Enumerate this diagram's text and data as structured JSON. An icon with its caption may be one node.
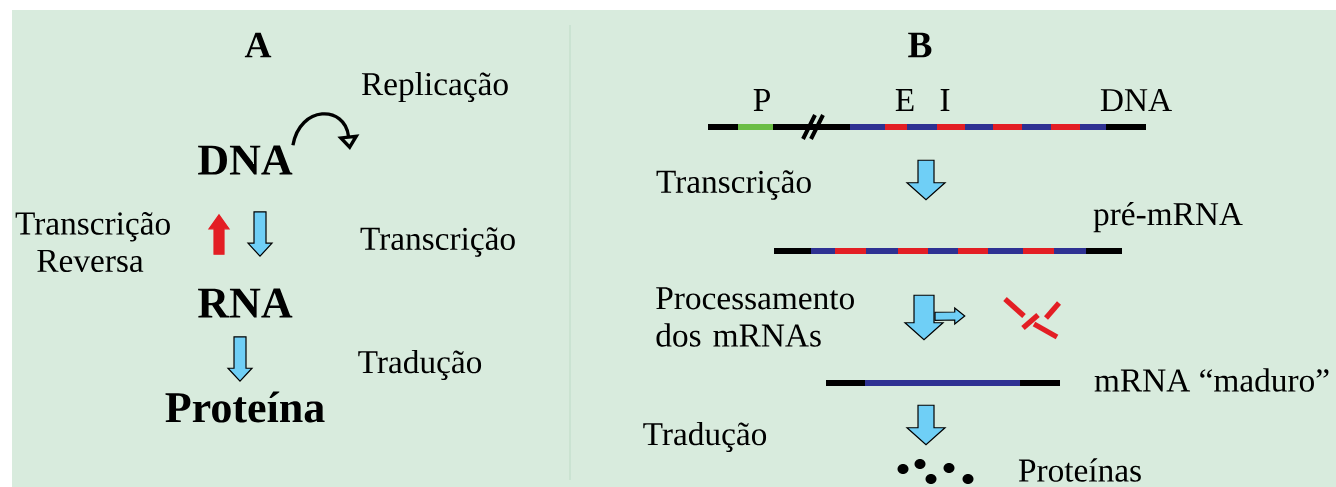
{
  "diagram": {
    "nodes": [
      {
        "text": [
          "DNA"
        ]
      },
      {
        "text": [
          "RNA"
        ]
      },
      {
        "text": [
          "Proteína"
        ]
      },
      {
        "text": [],
        "shape": "bar",
        "beside": [
          "P",
          "E",
          "I",
          "DNA"
        ]
      },
      {
        "text": [],
        "shape": "bar",
        "beside": [
          "pré-mRNA"
        ]
      },
      {
        "text": [],
        "shape": "picture"
      },
      {
        "text": [],
        "shape": "bar",
        "beside": [
          "mRNA “maduro”"
        ]
      },
      {
        "text": [],
        "shape": "picture",
        "beside": [
          "Proteínas"
        ]
      }
    ],
    "edges": [
      {
        "from": 0,
        "to": null,
        "arrow": "to",
        "label": "Replicação"
      },
      {
        "from": 1,
        "to": 0,
        "arrow": "to",
        "label": "Transcrição Reversa",
        "color": "#e31e24"
      },
      {
        "from": 0,
        "to": 1,
        "arrow": "to",
        "label": "Transcrição"
      },
      {
        "from": 1,
        "to": 2,
        "arrow": "to",
        "label": "Tradução"
      },
      {
        "from": 3,
        "to": 4,
        "arrow": "to",
        "label": "Transcrição"
      },
      {
        "from": 4,
        "to": 6,
        "arrow": "to",
        "label": "Processamento dos mRNAs"
      },
      {
        "from": 4,
        "to": 5,
        "arrow": "to"
      },
      {
        "from": 6,
        "to": 7,
        "arrow": "to",
        "label": "Tradução"
      }
    ],
    "labels": [
      "A",
      "B"
    ]
  }
}
